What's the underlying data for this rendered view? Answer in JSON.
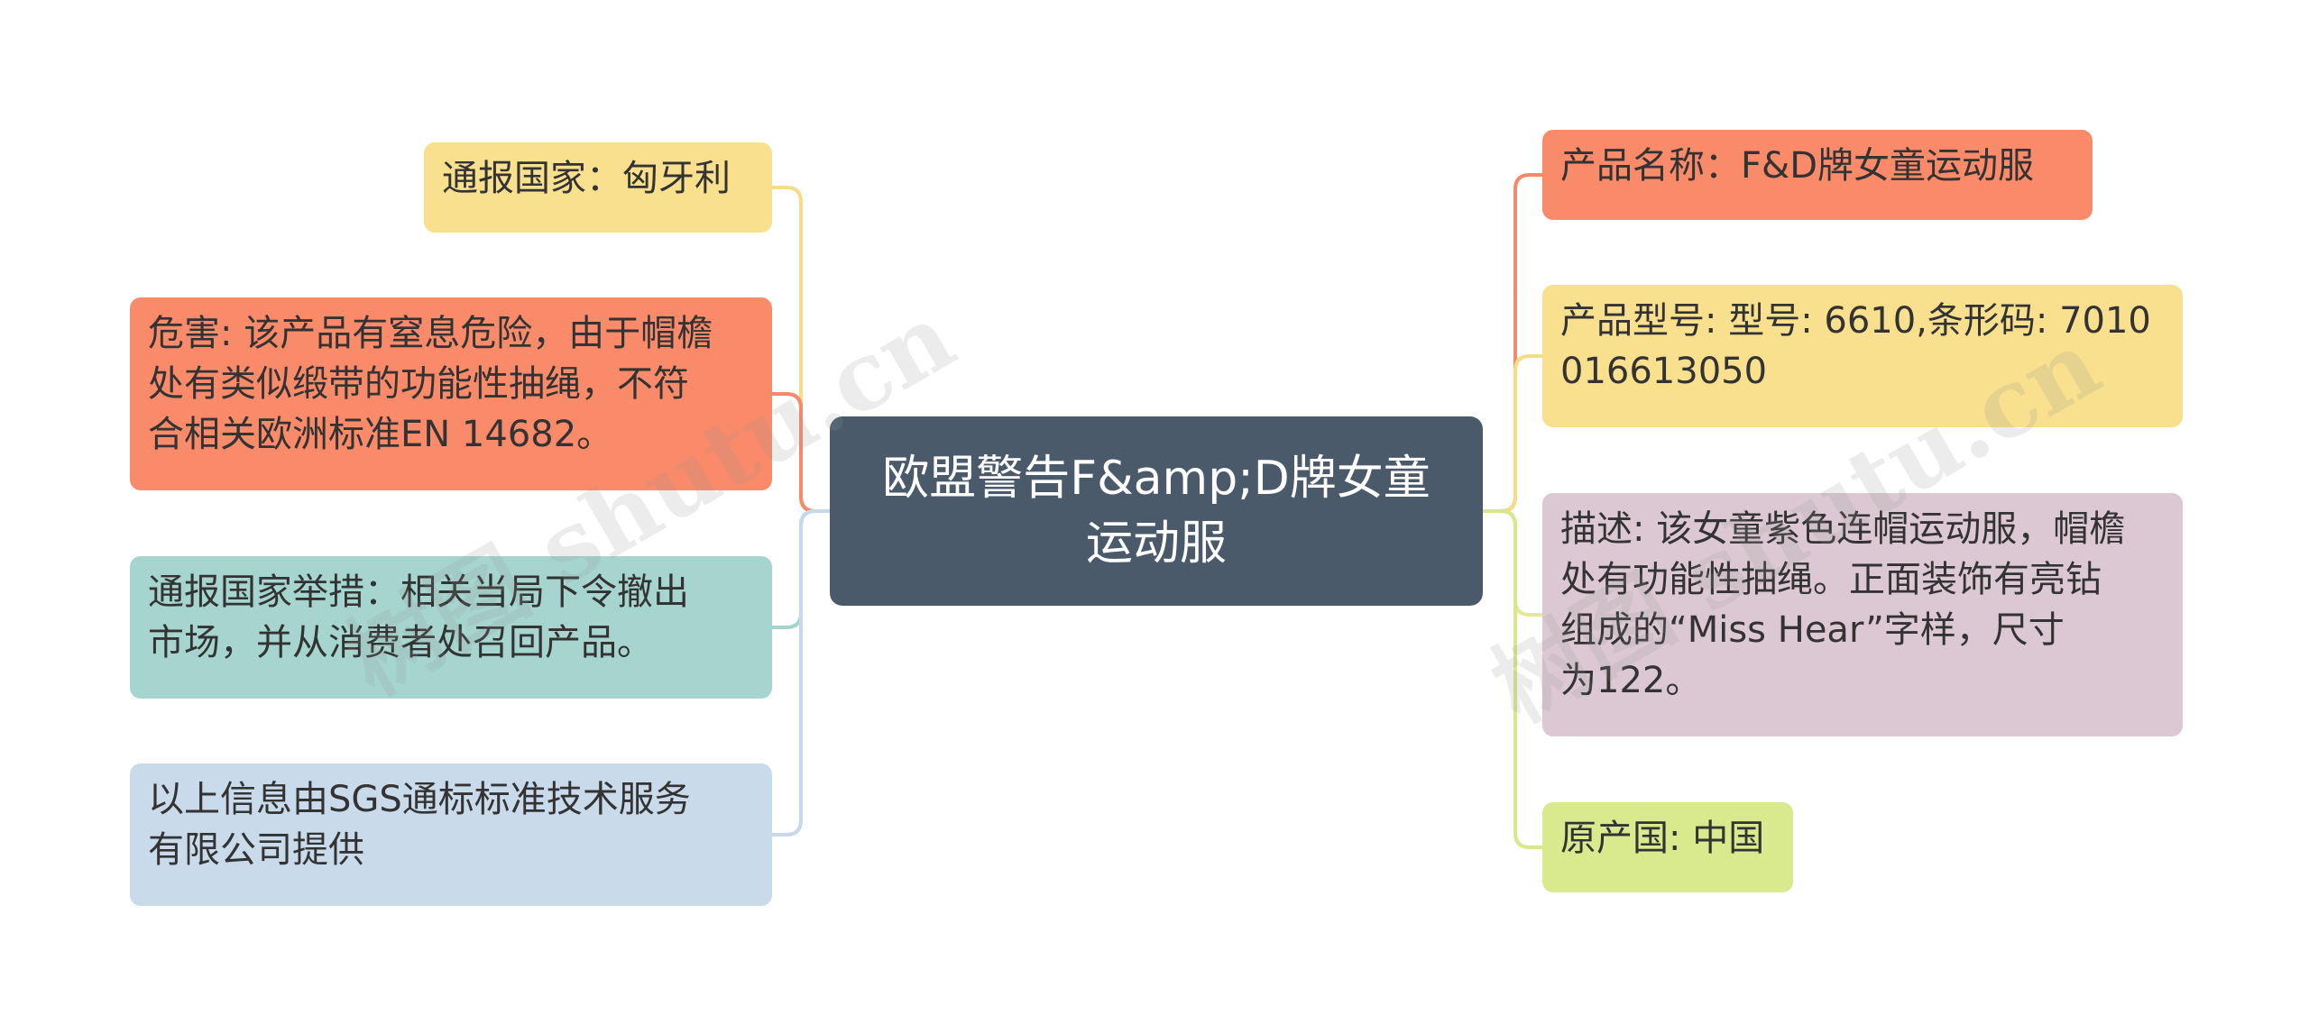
{
  "center": {
    "label": "欧盟警告F&amp;D牌女童\n运动服",
    "color": "#4a5a6b"
  },
  "left_nodes": [
    {
      "id": "country",
      "text": "通报国家：匈牙利",
      "bg": "#f8e08e",
      "line": "#f5dc86"
    },
    {
      "id": "hazard",
      "text": "危害: 该产品有窒息危险，由于帽檐\n处有类似缎带的功能性抽绳，不符\n合相关欧洲标准EN 14682。",
      "bg": "#f98a6a",
      "line": "#f7896a"
    },
    {
      "id": "measures",
      "text": "通报国家举措：相关当局下令撤出\n市场，并从消费者处召回产品。",
      "bg": "#a6d5cf",
      "line": "#a3d3cd"
    },
    {
      "id": "source",
      "text": "以上信息由SGS通标标准技术服务\n有限公司提供",
      "bg": "#c9daeb",
      "line": "#c6d8ea"
    }
  ],
  "right_nodes": [
    {
      "id": "name",
      "text": "产品名称：F&D牌女童运动服",
      "bg": "#f98a6a",
      "line": "#f7896a"
    },
    {
      "id": "model",
      "text": "产品型号: 型号: 6610,条形码: 7010\n016613050",
      "bg": "#f8e08e",
      "line": "#f5dc86"
    },
    {
      "id": "desc",
      "text": "描述: 该女童紫色连帽运动服，帽檐\n处有功能性抽绳。正面装饰有亮钻\n组成的“Miss Hear”字样，尺寸\n为122。",
      "bg": "#dcc8d2",
      "line": "#e7e79a"
    },
    {
      "id": "origin",
      "text": "原产国: 中国",
      "bg": "#d9ea8e",
      "line": "#d6e88c"
    }
  ],
  "watermarks": [
    "树图 shutu.cn",
    "树图 shutu.cn"
  ]
}
